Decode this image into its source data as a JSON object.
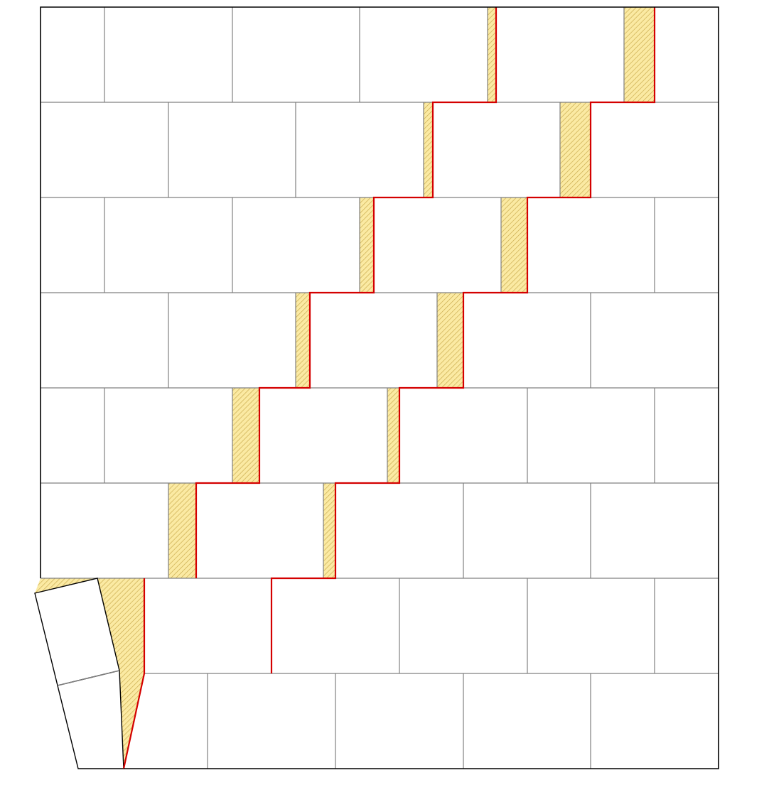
{
  "diagram": {
    "kind": "masonry-wall-stepped-crack",
    "courses": 8,
    "wall_outline_color": "#000000",
    "mortar_joint_color": "#808080",
    "crack_line_color": "#d40000",
    "crack_opening_fill": "#fbeaa3",
    "crack_opening_hatch": "#c8a84a",
    "displaced_corner_brick_count": 2
  }
}
